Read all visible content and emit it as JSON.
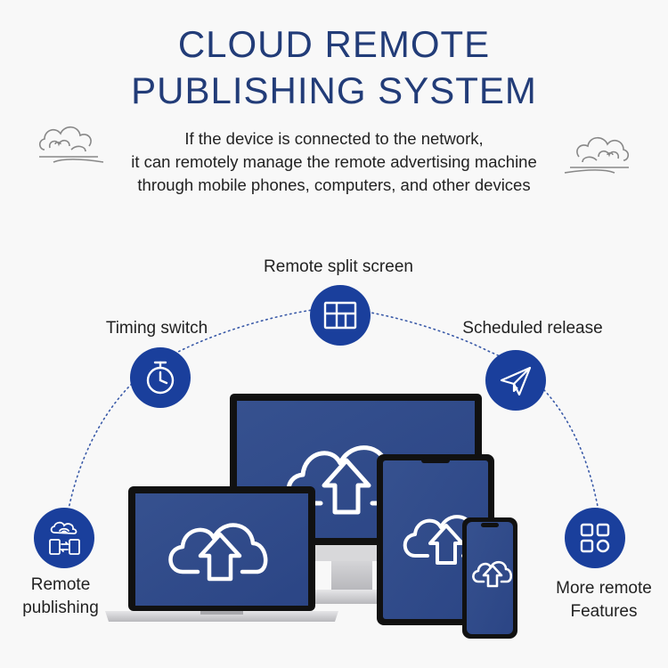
{
  "header": {
    "title_line1": "CLOUD REMOTE",
    "title_line2": "PUBLISHING SYSTEM",
    "description_lines": [
      "If the device is connected to the network,",
      "it can remotely manage the remote advertising machine",
      "through mobile phones, computers, and other devices"
    ]
  },
  "features": {
    "remote_split_screen": "Remote split screen",
    "timing_switch": "Timing switch",
    "scheduled_release": "Scheduled release",
    "remote_publishing_line1": "Remote",
    "remote_publishing_line2": "publishing",
    "more_features_line1": "More remote",
    "more_features_line2": "Features"
  },
  "colors": {
    "title": "#223c78",
    "icon_circle": "#1a3f9c",
    "screen": "#2f4a8f",
    "dotted_arc": "#3a5aa8"
  },
  "icons": [
    "cloud-ornament-icon",
    "split-screen-icon",
    "stopwatch-icon",
    "paper-plane-icon",
    "device-sync-icon",
    "grid-apps-icon",
    "cloud-upload-icon"
  ]
}
